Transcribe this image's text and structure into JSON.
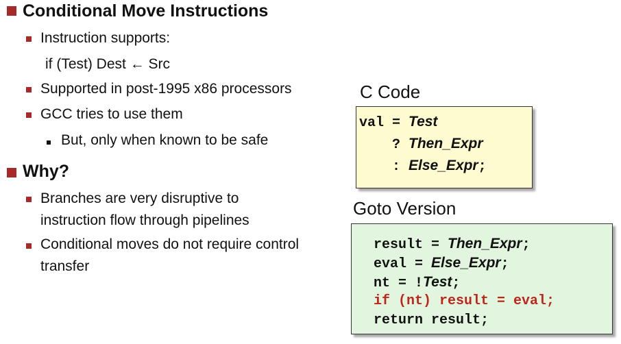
{
  "left": {
    "heading1": "Conditional Move Instructions",
    "b1": "Instruction supports:",
    "b1_line2_prefix": "if (Test) Dest",
    "b1_arrow": "←",
    "b1_line2_suffix": "Src",
    "b2": "Supported in post-1995 x86 processors",
    "b3": "GCC tries to use them",
    "b3_sub": "But, only when known to be safe",
    "heading2": "Why?",
    "w1_l1": "Branches are very disruptive to",
    "w1_l2": "instruction flow through pipelines",
    "w2_l1": "Conditional moves do not require control",
    "w2_l2": "transfer"
  },
  "ccode": {
    "label": "C Code",
    "l1_code": "val = ",
    "l1_it": "Test",
    "l2_code": "? ",
    "l2_it": "Then_Expr",
    "l3_code": ": ",
    "l3_it": "Else_Expr",
    "l3_end": ";"
  },
  "goto": {
    "label": "Goto Version",
    "l1_code": "result = ",
    "l1_it": "Then_Expr",
    "l1_end": ";",
    "l2_code": "eval = ",
    "l2_it": "Else_Expr",
    "l2_end": ";",
    "l3_code": "nt = !",
    "l3_it": "Test",
    "l3_end": ";",
    "l4": "if (nt) result = eval;",
    "l5": "return result;"
  },
  "colors": {
    "bullet_red": "#a52a2a",
    "ccode_bg": "#fdfbcf",
    "goto_bg": "#e2f5df",
    "code_red": "#c0251b"
  }
}
